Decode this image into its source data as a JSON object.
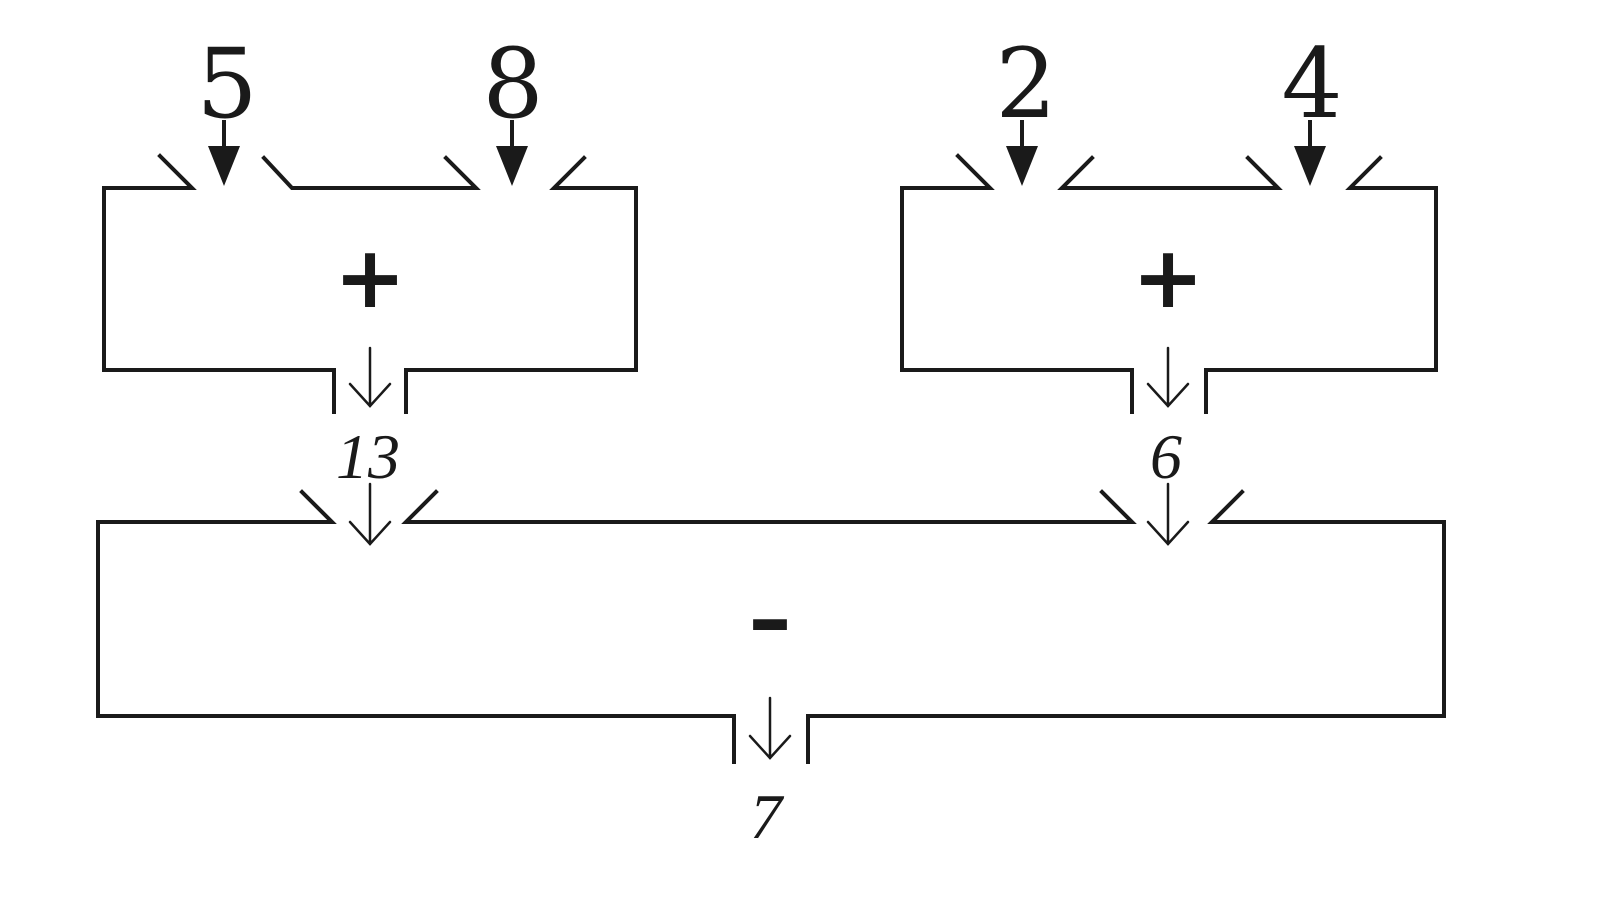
{
  "diagram": {
    "inputs": {
      "a": "5",
      "b": "8",
      "c": "2",
      "d": "4"
    },
    "operators": {
      "left_add": "+",
      "right_add": "+",
      "subtract": "–"
    },
    "results": {
      "left_sum": "13",
      "right_sum": "6",
      "final": "7"
    }
  }
}
